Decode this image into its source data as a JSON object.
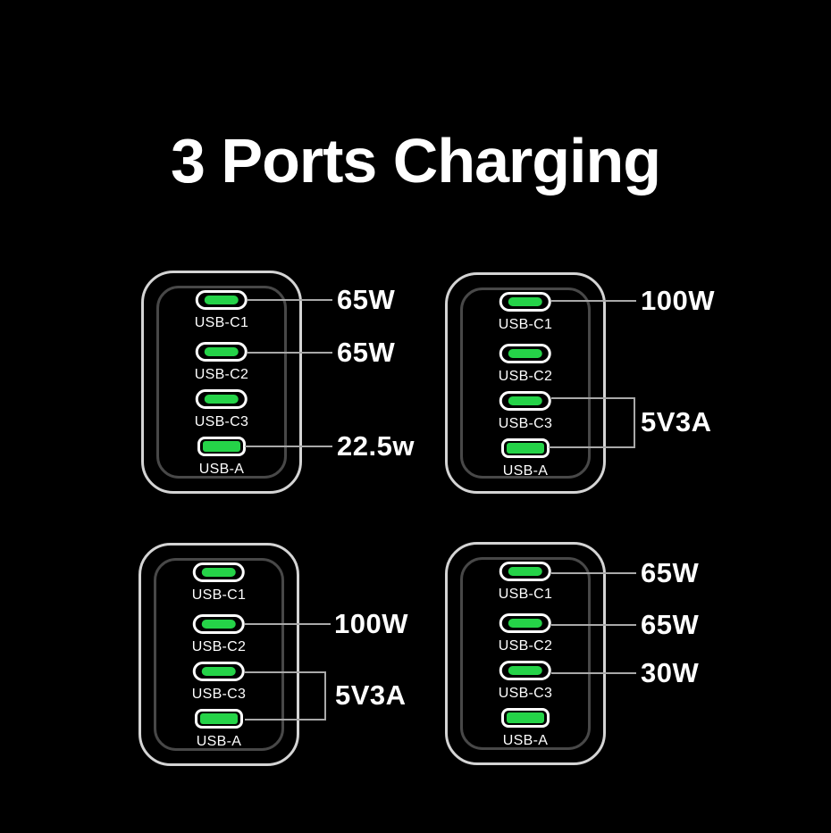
{
  "title": "3 Ports Charging",
  "colors": {
    "background": "#000000",
    "text": "#ffffff",
    "port_green": "#25d348",
    "charger_outer_outline": "#d4d4d4",
    "charger_inner_outline": "#484848",
    "leader_line": "#a9a9a9"
  },
  "chargers": [
    {
      "position": "top-left",
      "ports": [
        {
          "label": "USB-C1",
          "type": "usb-c"
        },
        {
          "label": "USB-C2",
          "type": "usb-c"
        },
        {
          "label": "USB-C3",
          "type": "usb-c"
        },
        {
          "label": "USB-A",
          "type": "usb-a"
        }
      ],
      "annotations": [
        {
          "ports": [
            "USB-C1"
          ],
          "value": "65W"
        },
        {
          "ports": [
            "USB-C2"
          ],
          "value": "65W"
        },
        {
          "ports": [
            "USB-A"
          ],
          "value": "22.5w"
        }
      ]
    },
    {
      "position": "top-right",
      "ports": [
        {
          "label": "USB-C1",
          "type": "usb-c"
        },
        {
          "label": "USB-C2",
          "type": "usb-c"
        },
        {
          "label": "USB-C3",
          "type": "usb-c"
        },
        {
          "label": "USB-A",
          "type": "usb-a"
        }
      ],
      "annotations": [
        {
          "ports": [
            "USB-C1"
          ],
          "value": "100W"
        },
        {
          "ports": [
            "USB-C3",
            "USB-A"
          ],
          "value": "5V3A"
        }
      ]
    },
    {
      "position": "bottom-left",
      "ports": [
        {
          "label": "USB-C1",
          "type": "usb-c"
        },
        {
          "label": "USB-C2",
          "type": "usb-c"
        },
        {
          "label": "USB-C3",
          "type": "usb-c"
        },
        {
          "label": "USB-A",
          "type": "usb-a"
        }
      ],
      "annotations": [
        {
          "ports": [
            "USB-C2"
          ],
          "value": "100W"
        },
        {
          "ports": [
            "USB-C3",
            "USB-A"
          ],
          "value": "5V3A"
        }
      ]
    },
    {
      "position": "bottom-right",
      "ports": [
        {
          "label": "USB-C1",
          "type": "usb-c"
        },
        {
          "label": "USB-C2",
          "type": "usb-c"
        },
        {
          "label": "USB-C3",
          "type": "usb-c"
        },
        {
          "label": "USB-A",
          "type": "usb-a"
        }
      ],
      "annotations": [
        {
          "ports": [
            "USB-C1"
          ],
          "value": "65W"
        },
        {
          "ports": [
            "USB-C2"
          ],
          "value": "65W"
        },
        {
          "ports": [
            "USB-C3"
          ],
          "value": "30W"
        }
      ]
    }
  ]
}
